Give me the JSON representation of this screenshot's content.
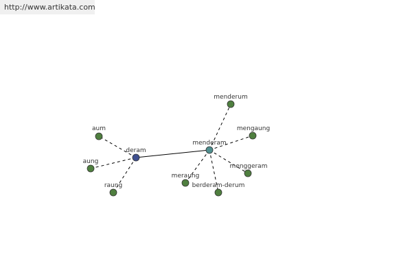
{
  "header": {
    "url": "http://www.artikata.com"
  },
  "colors": {
    "center_node": "#3f4f8f",
    "hub_node": "#4f8f8f",
    "leaf_node": "#4f7f3f",
    "edge": "#000000",
    "node_stroke": "#333333"
  },
  "graph": {
    "nodes": [
      {
        "id": "deram",
        "label": "deram",
        "kind": "center"
      },
      {
        "id": "menderam",
        "label": "menderam",
        "kind": "hub"
      },
      {
        "id": "aum",
        "label": "aum",
        "kind": "leaf"
      },
      {
        "id": "aung",
        "label": "aung",
        "kind": "leaf"
      },
      {
        "id": "raung",
        "label": "raung",
        "kind": "leaf"
      },
      {
        "id": "menderum",
        "label": "menderum",
        "kind": "leaf"
      },
      {
        "id": "mengaung",
        "label": "mengaung",
        "kind": "leaf"
      },
      {
        "id": "menggeram",
        "label": "menggeram",
        "kind": "leaf"
      },
      {
        "id": "meraung",
        "label": "meraung",
        "kind": "leaf"
      },
      {
        "id": "berderam-derum",
        "label": "berderam-derum",
        "kind": "leaf"
      }
    ],
    "edges": [
      {
        "from": "deram",
        "to": "menderam",
        "style": "solid"
      },
      {
        "from": "deram",
        "to": "aum",
        "style": "dashed"
      },
      {
        "from": "deram",
        "to": "aung",
        "style": "dashed"
      },
      {
        "from": "deram",
        "to": "raung",
        "style": "dashed"
      },
      {
        "from": "menderam",
        "to": "menderum",
        "style": "dashed"
      },
      {
        "from": "menderam",
        "to": "mengaung",
        "style": "dashed"
      },
      {
        "from": "menderam",
        "to": "menggeram",
        "style": "dashed"
      },
      {
        "from": "menderam",
        "to": "meraung",
        "style": "dashed"
      },
      {
        "from": "menderam",
        "to": "berderam-derum",
        "style": "dashed"
      }
    ]
  }
}
